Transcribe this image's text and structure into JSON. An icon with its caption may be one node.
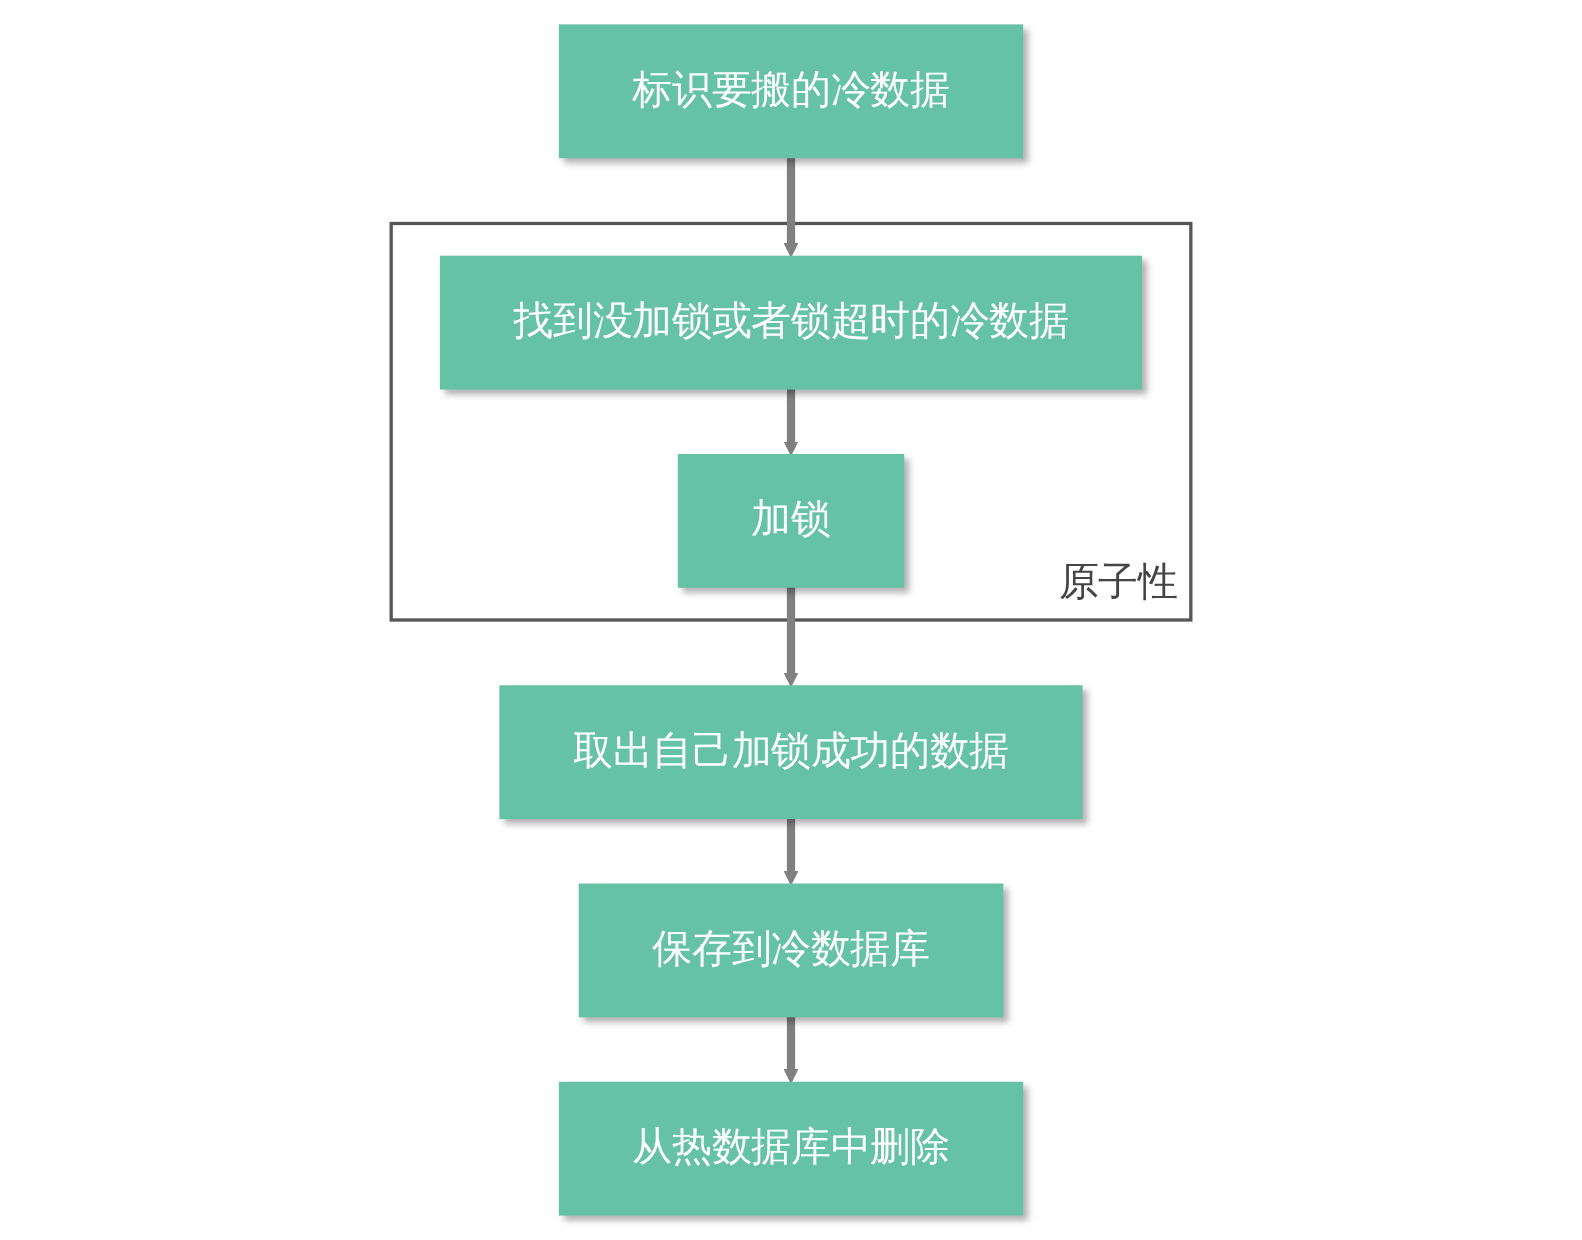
{
  "diagram": {
    "nodes": [
      {
        "text": [
          "标识要搬的冷数据"
        ]
      },
      {
        "text": [
          "原子性"
        ]
      },
      {
        "text": [
          "找到没加锁或者锁超时的冷数据"
        ],
        "in": 1
      },
      {
        "text": [
          "加锁"
        ],
        "in": 1
      },
      {
        "text": [
          "取出自己加锁成功的数据"
        ]
      },
      {
        "text": [
          "保存到冷数据库"
        ]
      },
      {
        "text": [
          "从热数据库中删除"
        ]
      }
    ],
    "edges": [
      {
        "from": 0,
        "to": 2,
        "arrow": "to"
      },
      {
        "from": 2,
        "to": 3,
        "arrow": "to"
      },
      {
        "from": 3,
        "to": 4,
        "arrow": "to"
      },
      {
        "from": 4,
        "to": 5,
        "arrow": "to"
      },
      {
        "from": 5,
        "to": 6,
        "arrow": "to"
      }
    ]
  }
}
